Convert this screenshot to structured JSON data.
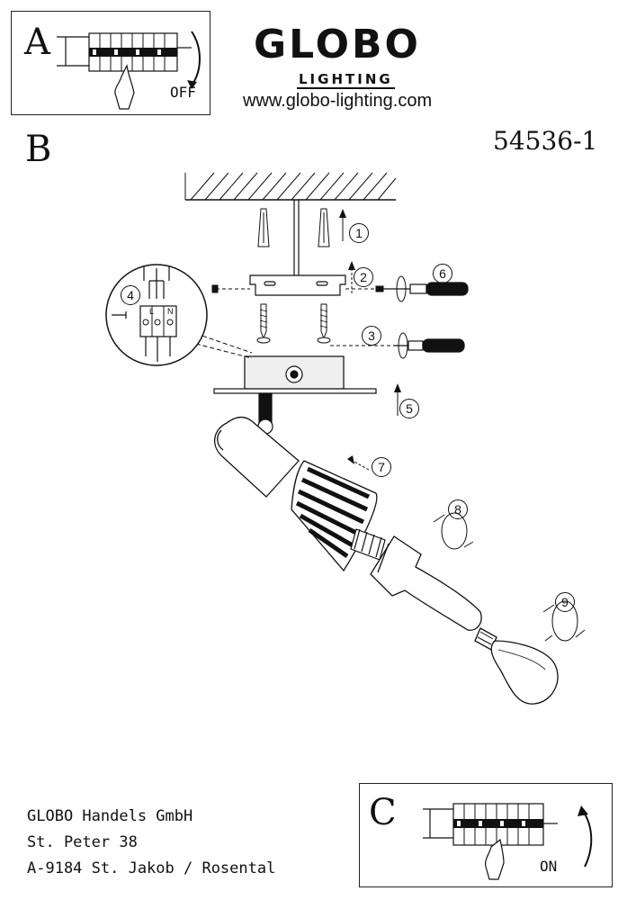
{
  "brand": {
    "name": "GLOBO",
    "subname": "LIGHTING",
    "website": "www.globo-lighting.com"
  },
  "panel_a": {
    "letter": "A",
    "state": "OFF"
  },
  "panel_b": {
    "letter": "B"
  },
  "panel_c": {
    "letter": "C",
    "state": "ON"
  },
  "product_code": "54536-1",
  "steps": [
    "1",
    "2",
    "3",
    "4",
    "5",
    "6",
    "7",
    "8",
    "9"
  ],
  "wiring": {
    "live": "L",
    "neutral": "N"
  },
  "company": {
    "line1": "GLOBO Handels GmbH",
    "line2": "St. Peter 38",
    "line3": "A-9184 St. Jakob / Rosental"
  },
  "colors": {
    "ink": "#111111",
    "paper": "#ffffff",
    "shade": "#cfcfcf"
  }
}
